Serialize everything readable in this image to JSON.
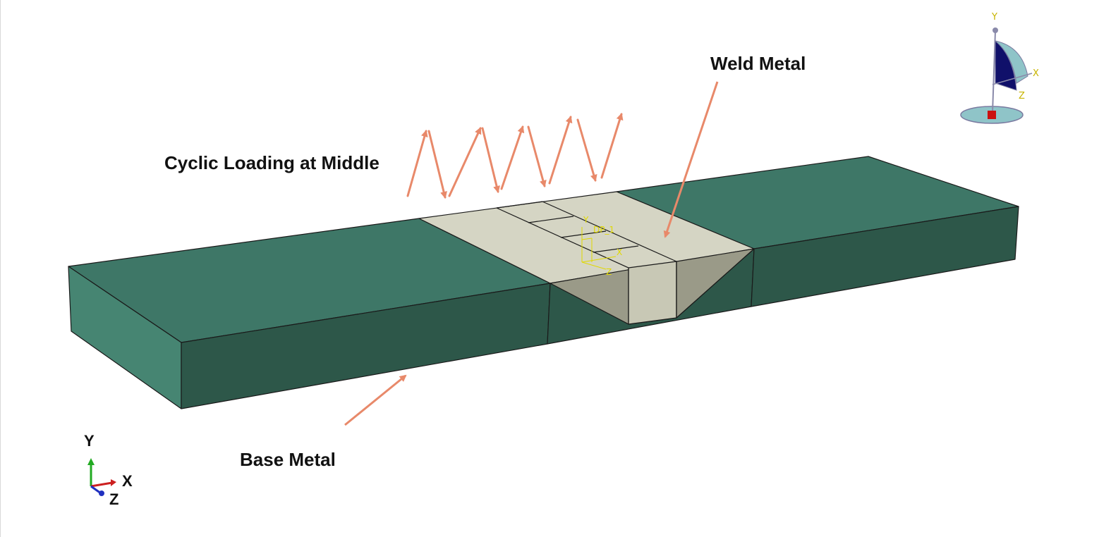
{
  "labels": {
    "cyclic_loading": "Cyclic Loading at Middle",
    "weld_metal": "Weld Metal",
    "base_metal": "Base Metal",
    "datum_csys": "DP_1"
  },
  "triad": {
    "y": "Y",
    "x": "X",
    "z": "Z"
  },
  "view_cube": {
    "y": "Y",
    "x": "X",
    "z": "Z"
  },
  "datum_axes": {
    "y": "Y",
    "x": "X",
    "z": "Z"
  },
  "colors": {
    "base_top": "#3e7767",
    "base_front": "#2d5749",
    "base_side": "#468572",
    "weld_light": "#d5d5c4",
    "weld_mid": "#c8c8b5",
    "weld_dark": "#9a9a88",
    "arrow": "#e8896a",
    "datum": "#e0d800"
  }
}
